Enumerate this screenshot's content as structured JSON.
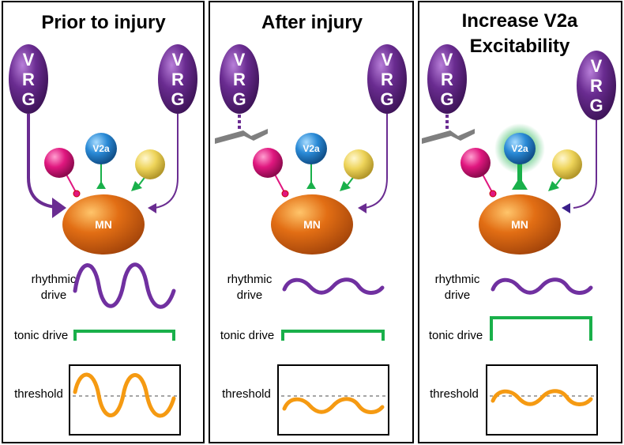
{
  "panels": [
    {
      "title_lines": [
        "Prior to injury"
      ],
      "injured": false,
      "v2a_glow": false
    },
    {
      "title_lines": [
        "After injury"
      ],
      "injured": true,
      "v2a_glow": false
    },
    {
      "title_lines": [
        "Increase V2a",
        "Excitability"
      ],
      "injured": true,
      "v2a_glow": true
    }
  ],
  "labels": {
    "vrg": [
      "V",
      "R",
      "G"
    ],
    "v2a": "V2a",
    "mn": "MN",
    "rhythmic_drive": [
      "rhythmic",
      "drive"
    ],
    "tonic_drive": "tonic drive",
    "threshold": "threshold"
  },
  "traces": [
    {
      "rhythmic_amplitude": "large",
      "tonic_level": "low",
      "motor_output": "above-threshold"
    },
    {
      "rhythmic_amplitude": "small",
      "tonic_level": "low",
      "motor_output": "below-threshold"
    },
    {
      "rhythmic_amplitude": "small",
      "tonic_level": "high",
      "motor_output": "near-threshold"
    }
  ],
  "colors": {
    "vrg_purple": "#6a2c91",
    "rhythmic_purple": "#7030a0",
    "tonic_green": "#19b04a",
    "threshold_orange": "#f59a12",
    "mn_orange": "#e26e14",
    "inhibitory_magenta": "#e0177f",
    "v2a_blue": "#2a8ad6",
    "excitatory_yellow": "#eed45a",
    "lesion_gray": "#7f7f7f",
    "threshold_dash": "#a6a6a6"
  }
}
